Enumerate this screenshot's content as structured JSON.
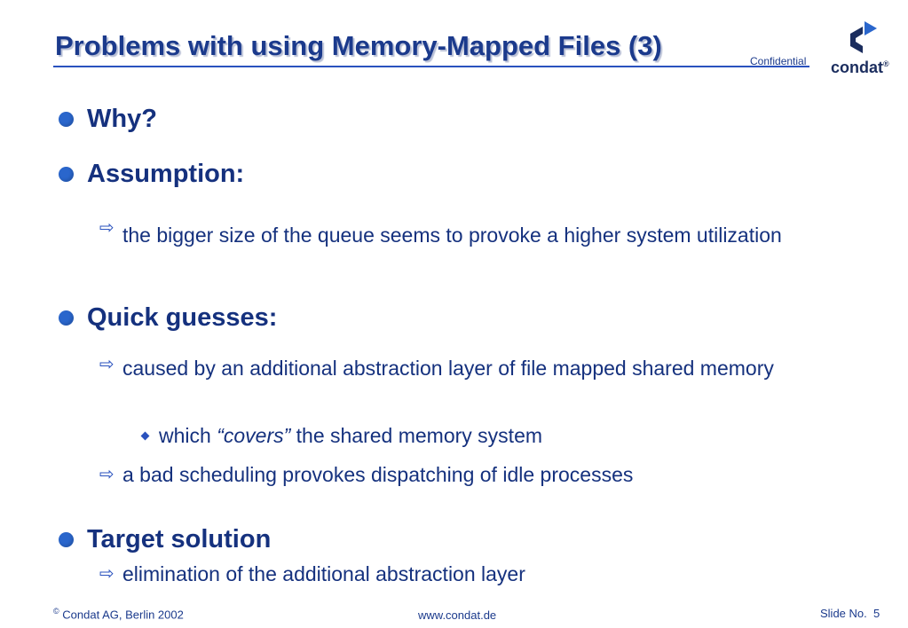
{
  "slide": {
    "title": "Problems with using Memory-Mapped Files (3)",
    "confidential": "Confidential",
    "logo_text": "condat",
    "logo_reg": "®"
  },
  "bullets": {
    "why": "Why?",
    "assumption": "Assumption:",
    "assumption_sub": "the bigger size of the queue seems to provoke a higher system utilization",
    "quick": "Quick guesses:",
    "quick_sub1": "caused by an additional abstraction layer of file mapped shared memory",
    "quick_sub1_detail_pre": "which ",
    "quick_sub1_detail_em": "“covers”",
    "quick_sub1_detail_post": " the shared memory system",
    "quick_sub2": "a bad scheduling provokes dispatching of idle processes",
    "target": "Target solution",
    "target_sub": "elimination of the additional abstraction layer"
  },
  "footer": {
    "copyright_symbol": "©",
    "company": "Condat AG, Berlin 2002",
    "website": "www.condat.de",
    "slide_label": "Slide No.",
    "slide_number": "5"
  },
  "colors": {
    "primary": "#15317e",
    "bullet": "#2a66cc",
    "rule": "#2a52be"
  }
}
